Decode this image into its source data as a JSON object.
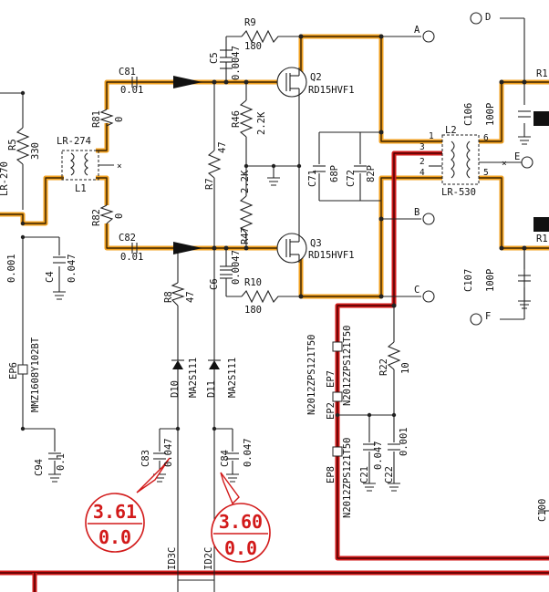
{
  "terminals": {
    "A": "A",
    "B": "B",
    "C": "C",
    "D": "D",
    "E": "E",
    "F": "F"
  },
  "components": {
    "R9": {
      "ref": "R9",
      "value": "180"
    },
    "C5": {
      "ref": "C5",
      "value": "0.0047"
    },
    "R46": {
      "ref": "R46",
      "value": "2.2K"
    },
    "R47": {
      "ref": "R47",
      "value": "2.2K"
    },
    "C6": {
      "ref": "C6",
      "value": "0.0047"
    },
    "R10": {
      "ref": "R10",
      "value": "180"
    },
    "Q2": {
      "ref": "Q2",
      "value": "RD15HVF1"
    },
    "Q3": {
      "ref": "Q3",
      "value": "RD15HVF1"
    },
    "C81": {
      "ref": "C81",
      "value": "0.01"
    },
    "C82": {
      "ref": "C82",
      "value": "0.01"
    },
    "R81": {
      "ref": "R81",
      "value": "0"
    },
    "R82": {
      "ref": "R82",
      "value": "0"
    },
    "R5": {
      "ref": "R5",
      "value": "330"
    },
    "LR274": {
      "ref": "LR-274"
    },
    "L1": {
      "ref": "L1"
    },
    "R7": {
      "ref": "R7",
      "value": "47"
    },
    "R8": {
      "ref": "R8",
      "value": "47"
    },
    "C4": {
      "ref": "C4",
      "value": "0.047"
    },
    "C_left": {
      "value": "0.001"
    },
    "EP6": {
      "ref": "EP6",
      "value": "MMZ1608Y102BT"
    },
    "C94": {
      "ref": "C94",
      "value": "0.1"
    },
    "D10": {
      "ref": "D10",
      "value": "MA2S111"
    },
    "D11": {
      "ref": "D11",
      "value": "MA2S111"
    },
    "C83": {
      "ref": "C83",
      "value": "0.047"
    },
    "C84": {
      "ref": "C84",
      "value": "0.047"
    },
    "C71": {
      "ref": "C71",
      "value": "68P"
    },
    "C72": {
      "ref": "C72",
      "value": "82P"
    },
    "L2": {
      "ref": "L2"
    },
    "LR530": {
      "ref": "LR-530"
    },
    "C106": {
      "ref": "C106",
      "value": "100P"
    },
    "C107": {
      "ref": "C107",
      "value": "100P"
    },
    "R22": {
      "ref": "R22",
      "value": "10"
    },
    "EP7": {
      "ref": "EP7",
      "value": "N2012ZPS121T50"
    },
    "EP2": {
      "ref": "EP2",
      "value": "N2012ZPS121T50"
    },
    "EP8": {
      "ref": "EP8",
      "value": "N2012ZPS121T50"
    },
    "C21": {
      "ref": "C21",
      "value": "0.047"
    },
    "C22": {
      "ref": "C22",
      "value": "0.001"
    },
    "C100": {
      "ref": "C100"
    },
    "R1a": {
      "ref": "R1"
    },
    "R1b": {
      "ref": "R1"
    },
    "LR270": {
      "ref": "LR-270"
    }
  },
  "pins": {
    "p1": "1",
    "p2": "2",
    "p3": "3",
    "p4": "4",
    "p5": "5",
    "p6": "6"
  },
  "nets": {
    "ID3C": "ID3C",
    "ID2C": "ID2C"
  },
  "measurements": {
    "m1": {
      "top": "3.61",
      "bottom": "0.0"
    },
    "m2": {
      "top": "3.60",
      "bottom": "0.0"
    }
  },
  "colors": {
    "highlight": "#f0a020",
    "supply": "#d21a1a",
    "ink": "#222222"
  }
}
